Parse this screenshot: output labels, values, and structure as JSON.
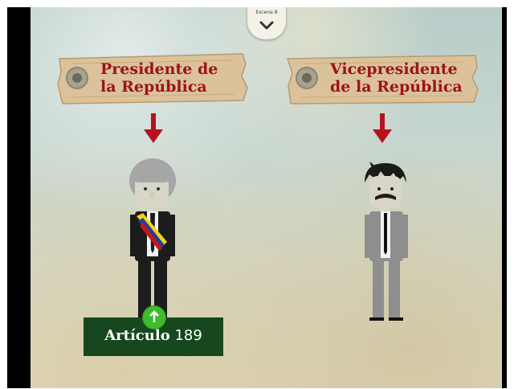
{
  "scene_nav": {
    "label": "Escena 8",
    "icon": "chevron-down-icon"
  },
  "signs": {
    "president": {
      "line1": "Presidente de",
      "line2": "la República"
    },
    "vice_president": {
      "line1": "Vicepresidente",
      "line2": "de la República"
    }
  },
  "article": {
    "word": "Artículo",
    "number": "189",
    "icon": "arrow-up-icon"
  },
  "colors": {
    "sign_text": "#9a1419",
    "arrow": "#b5121b",
    "article_bg": "#17481d",
    "up_button": "#3ebd2c",
    "sign_wood": "#dcc29a"
  }
}
